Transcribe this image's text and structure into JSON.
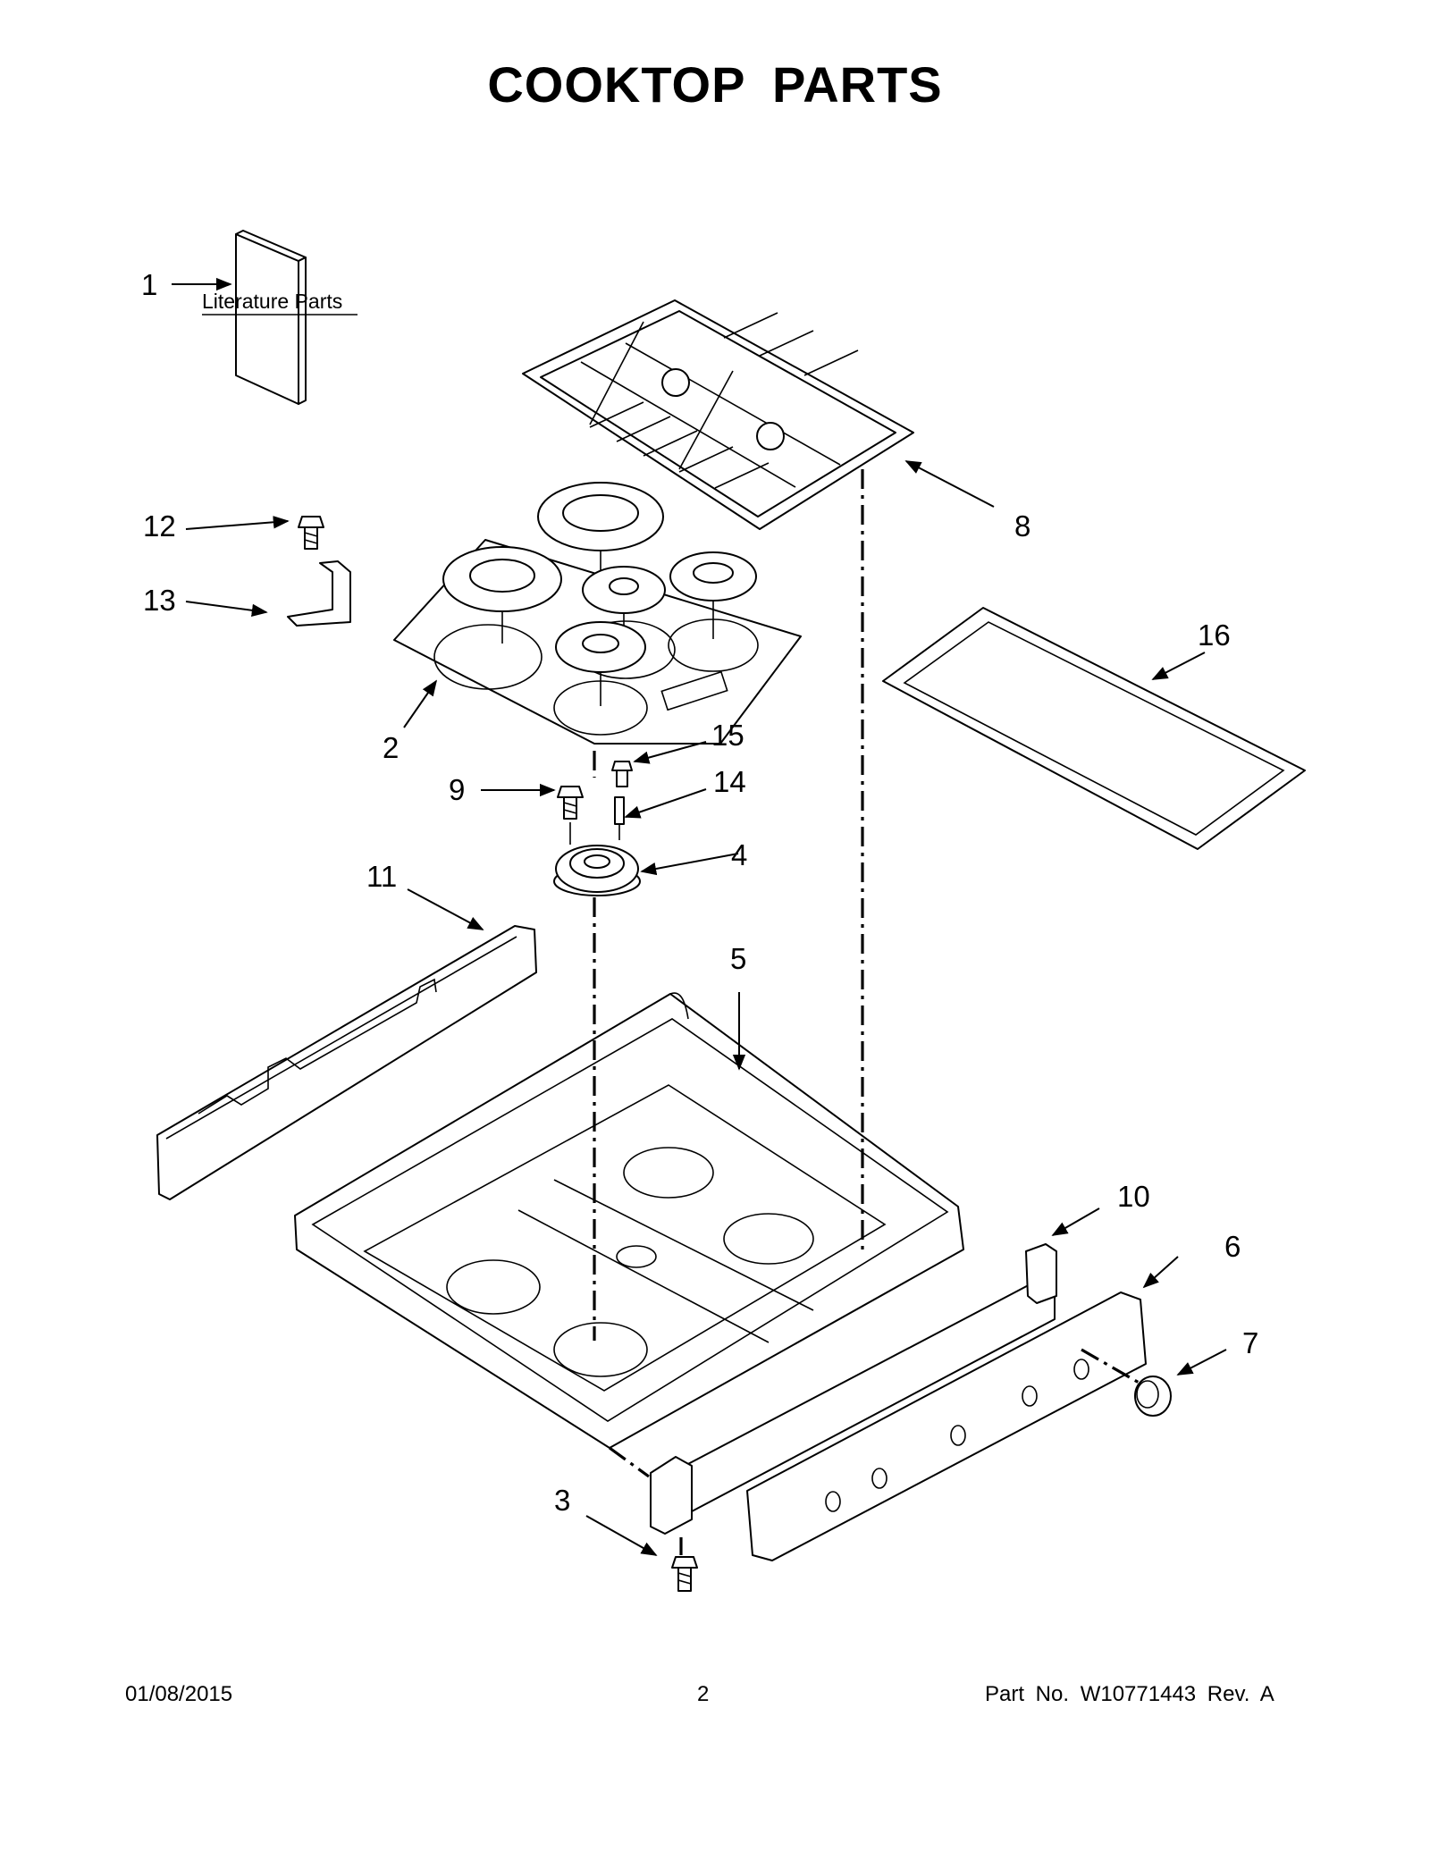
{
  "page": {
    "title": "COOKTOP  PARTS",
    "literature_label": "Literature Parts",
    "callouts": [
      "1",
      "2",
      "3",
      "4",
      "5",
      "6",
      "7",
      "8",
      "9",
      "10",
      "11",
      "12",
      "13",
      "14",
      "15",
      "16"
    ],
    "footer": {
      "date": "01/08/2015",
      "page_number": "2",
      "part_number": "Part No.  W10771443  Rev.  A"
    }
  }
}
